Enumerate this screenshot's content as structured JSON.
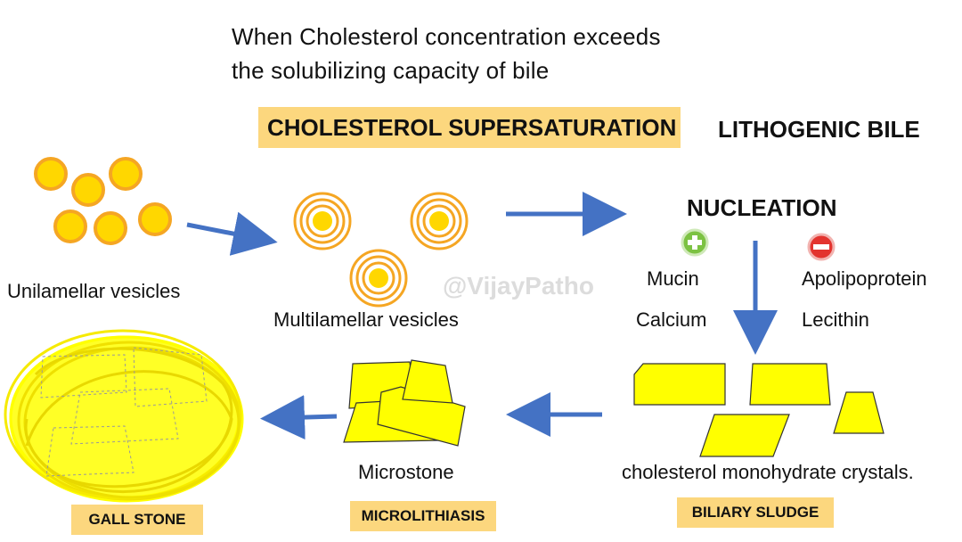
{
  "intro": {
    "line1": "When Cholesterol concentration exceeds",
    "line2": "the solubilizing capacity of bile"
  },
  "headings": {
    "supersaturation": "CHOLESTEROL SUPERSATURATION",
    "lithogenic": "LITHOGENIC BILE",
    "nucleation": "NUCLEATION"
  },
  "factors": {
    "promoting": [
      "Mucin",
      "Calcium"
    ],
    "inhibiting": [
      "Apolipoprotein",
      "Lecithin"
    ]
  },
  "labels": {
    "unilamellar": "Unilamellar vesicles",
    "multilamellar": "Multilamellar vesicles",
    "crystals": "cholesterol monohydrate crystals.",
    "microstone": "Microstone"
  },
  "tags": {
    "biliary_sludge": "BILIARY SLUDGE",
    "microlithiasis": "MICROLITHIASIS",
    "gall_stone": "GALL STONE"
  },
  "watermark": "@VijayPatho",
  "colors": {
    "highlight": "#fcd77e",
    "vesicle_fill": "#ffd700",
    "vesicle_ring": "#f5a623",
    "crystal_fill": "#ffff00",
    "arrow": "#4472c4",
    "plus": "#7cc242",
    "minus": "#e3342f"
  },
  "icons": {
    "promote": "plus-circle-icon",
    "inhibit": "minus-circle-icon"
  }
}
